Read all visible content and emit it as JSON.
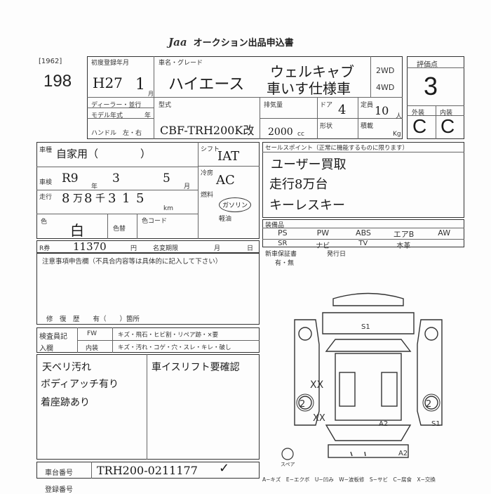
{
  "header": {
    "logo": "Jaa",
    "title": "オークション出品申込書"
  },
  "lot": {
    "code": "[1962]",
    "number": "198"
  },
  "reg": {
    "label": "初度登録年月",
    "era": "H27",
    "month": "1",
    "month_unit": "月"
  },
  "dealer": {
    "label": "ディーラー・並行"
  },
  "model_year": {
    "label": "モデル年式",
    "unit": "年"
  },
  "handle": {
    "label": "ハンドル　左・右"
  },
  "car_name": {
    "label": "車名・グレード",
    "name": "ハイエース",
    "grade_line1": "ウェルキャブ",
    "grade_line2": "車いす仕様車"
  },
  "drive": {
    "opt1": "2WD",
    "opt2": "4WD"
  },
  "model": {
    "label": "型式",
    "value": "CBF-TRH200K改"
  },
  "displacement": {
    "label": "排気量",
    "value": "2000",
    "unit": "cc"
  },
  "doors": {
    "label": "ドア",
    "value": "4"
  },
  "capacity": {
    "label": "定員",
    "value": "10",
    "unit": "人"
  },
  "shape": {
    "label": "形状"
  },
  "load": {
    "label": "積載",
    "unit": "Kg"
  },
  "score": {
    "label": "評価点",
    "value": "3",
    "ext_label": "外装",
    "int_label": "内装",
    "ext": "C",
    "int": "C"
  },
  "car_type": {
    "label": "車種",
    "value": "自家用（　　　　）"
  },
  "shift": {
    "label": "シフト",
    "value": "IAT"
  },
  "ac": {
    "label": "冷房",
    "value": "AC"
  },
  "fuel": {
    "label": "燃料",
    "value": "ガソリン",
    "alt": "軽油"
  },
  "inspection": {
    "label": "車検",
    "era": "R9",
    "y": "3",
    "y_unit": "年",
    "m": "5",
    "m_unit": "月"
  },
  "mileage": {
    "label": "走行",
    "digits": [
      "8",
      "万",
      "8",
      "千",
      "3",
      "1",
      "5"
    ],
    "unit": "km"
  },
  "color": {
    "label": "色",
    "value": "白",
    "change_label": "色替",
    "code_label": "色コード"
  },
  "recycle": {
    "label": "R券",
    "value": "11370",
    "unit": "円",
    "name_change_label": "名変期限",
    "unit2": "月",
    "unit3": "日"
  },
  "sales": {
    "label": "セールスポイント（正常に機能するものに限ります）",
    "lines": [
      "ユーザー買取",
      "走行8万台",
      "キーレスキー"
    ]
  },
  "equipment": {
    "label": "装備品",
    "row1": [
      "PS",
      "PW",
      "ABS",
      "エアB",
      "AW"
    ],
    "row2": [
      "SR",
      "ナビ",
      "TV",
      "本革"
    ]
  },
  "new_car_cert": {
    "label": "新車保証書",
    "value": "有・無"
  },
  "issuer": {
    "label": "発行日"
  },
  "notes": {
    "label": "注意事項申告欄（不具合内容等は具体的に記入して下さい）",
    "repair": "修　復　歴　　有（　　）箇所"
  },
  "inspector": {
    "label": "検査員記入欄",
    "fw": "FW",
    "fw_items": "キズ・飛石・ヒビ割・リペア跡・×要",
    "interior": "内装",
    "int_items": "キズ・汚れ・コゲ・穴・スレ・キレ・破し"
  },
  "remarks": {
    "left": [
      "天ベリ汚れ",
      "ボディアッチ有り",
      "着座跡あり"
    ],
    "right": "車イスリフト要確認"
  },
  "diagram_marks": [
    "S1",
    "XX",
    "2",
    "2",
    "XX",
    "A2",
    "S1",
    "A2"
  ],
  "diagram_spare": "スペア",
  "chassis": {
    "label": "車台番号",
    "value": "TRH200-0211177"
  },
  "footer": {
    "reg_label": "登録番号",
    "items": "A−キズ　E−エクボ　U−凹み　W−波板修　S−サビ　C−腐食　X−交換"
  }
}
